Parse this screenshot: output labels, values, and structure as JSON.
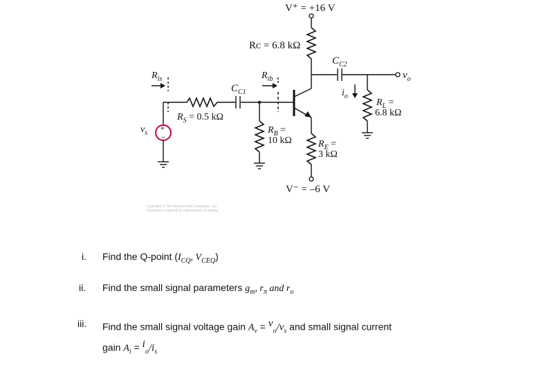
{
  "circuit": {
    "vplus": "V⁺ = +16 V",
    "vminus": "V⁻ = –6 V",
    "rc": "Rᴄ = 6.8 kΩ",
    "cc2": "C",
    "cc2_sub": "C2",
    "cc1": "C",
    "cc1_sub": "C1",
    "ris": "R",
    "ris_sub": "is",
    "rib": "R",
    "rib_sub": "ib",
    "rs": "R",
    "rs_sub": "S",
    "rs_val": " = 0.5 kΩ",
    "vs": "v",
    "vs_sub": "s",
    "rb_line1": "R",
    "rb_sub": "B",
    "rb_eq": " =",
    "rb_line2": "10 kΩ",
    "re_line1": "R",
    "re_sub": "E",
    "re_eq": " =",
    "re_line2": "3 kΩ",
    "rl_line1": "R",
    "rl_sub": "L",
    "rl_eq": " =",
    "rl_line2": "6.8 kΩ",
    "io": "i",
    "io_sub": "o",
    "vo": "v",
    "vo_sub": "o",
    "copyright_line1": "Copyright © The McGraw-Hill Companies, Inc.",
    "copyright_line2": "Permission required for reproduction or display."
  },
  "questions": [
    {
      "num": "i.",
      "text": "Find the Q-point (",
      "math": "I",
      "sub1": "CQ",
      "sep": ", V",
      "sub2": "CEQ",
      "close": ")"
    },
    {
      "num": "ii.",
      "text": "Find the small signal parameters ",
      "math": "g",
      "sub1": "m",
      "sep": ", r",
      "sub2": "π",
      "tail": " and r",
      "sub3": "o"
    },
    {
      "num": "iii.",
      "text": "Find the small signal voltage gain ",
      "lhs": "A",
      "lhs_sub": "v",
      "eq": " = ",
      "frac_top": "v",
      "frac_top_sub": "o",
      "frac_bot": "/v",
      "frac_bot_sub": "s",
      "text2": " and small signal current"
    },
    {
      "num": "",
      "text": "gain ",
      "lhs": "A",
      "lhs_sub": "i",
      "eq": " = ",
      "frac_top": "i",
      "frac_top_sub": "o",
      "frac_bot": "/i",
      "frac_bot_sub": "s"
    }
  ]
}
